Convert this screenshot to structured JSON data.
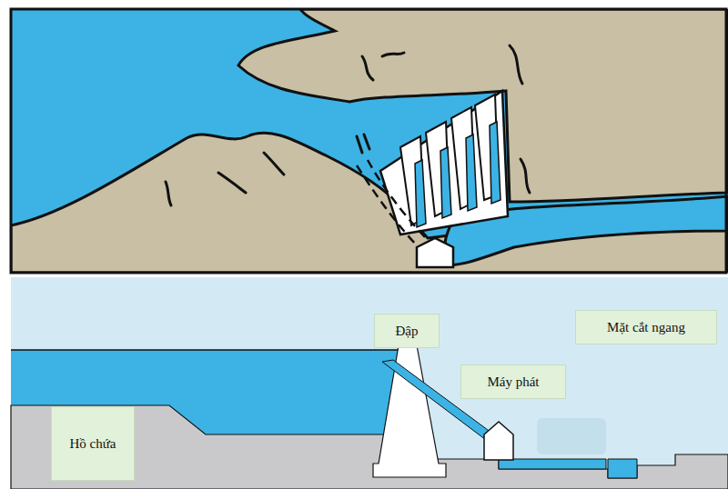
{
  "diagram": {
    "nodes": [
      {
        "text": [
          "Đập"
        ]
      },
      {
        "text": [
          "Mặt cắt ngang"
        ]
      },
      {
        "text": [
          "Máy phát"
        ]
      },
      {
        "text": [
          "Hồ chứa"
        ]
      }
    ]
  }
}
